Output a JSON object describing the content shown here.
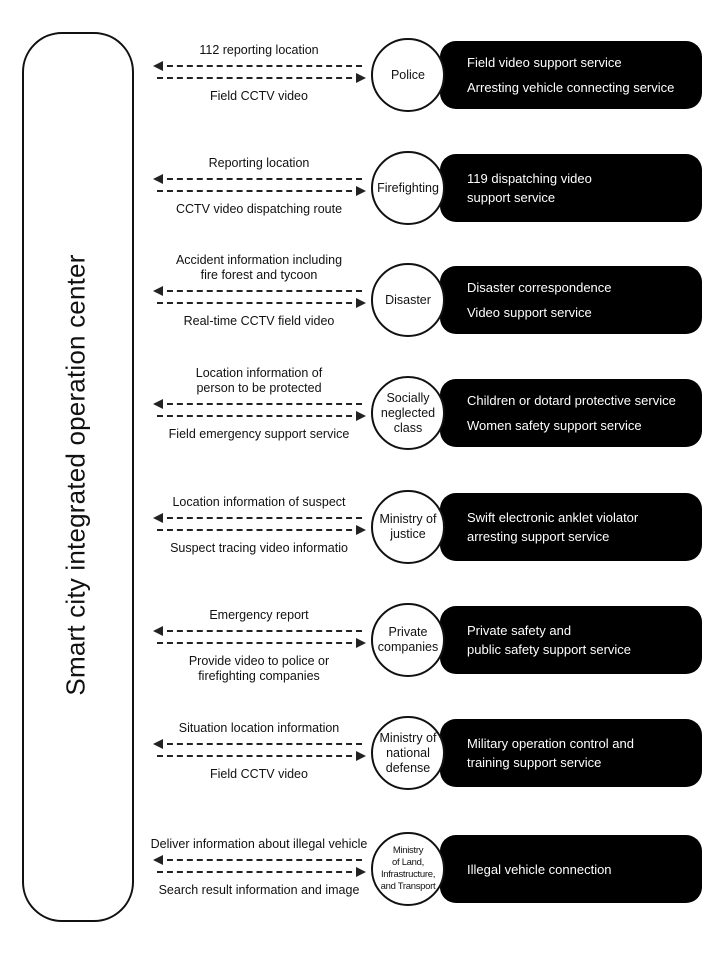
{
  "center": {
    "title": "Smart city integrated operation center"
  },
  "rows": [
    {
      "agency": [
        "Police"
      ],
      "top": [
        "112 reporting location"
      ],
      "bottom": [
        "Field CCTV video"
      ],
      "services": [
        "Field video support service",
        "Arresting vehicle connecting service"
      ]
    },
    {
      "agency": [
        "Firefighting"
      ],
      "top": [
        "Reporting location"
      ],
      "bottom": [
        "CCTV video dispatching route"
      ],
      "services": [
        "119 dispatching video",
        "support service"
      ]
    },
    {
      "agency": [
        "Disaster"
      ],
      "top": [
        "Accident information including",
        "fire forest and tycoon"
      ],
      "bottom": [
        "Real-time CCTV field video"
      ],
      "services": [
        "Disaster correspondence",
        "Video support service"
      ]
    },
    {
      "agency": [
        "Socially",
        "neglected",
        "class"
      ],
      "top": [
        "Location information of",
        "person to be protected"
      ],
      "bottom": [
        "Field emergency support service"
      ],
      "services": [
        "Children or dotard protective service",
        "Women safety support service"
      ]
    },
    {
      "agency": [
        "Ministry of",
        "justice"
      ],
      "top": [
        "Location information of suspect"
      ],
      "bottom": [
        "Suspect tracing video informatio"
      ],
      "services": [
        "Swift electronic anklet violator",
        "arresting support service"
      ]
    },
    {
      "agency": [
        "Private",
        "companies"
      ],
      "top": [
        "Emergency report"
      ],
      "bottom": [
        "Provide video to police or",
        "firefighting companies"
      ],
      "services": [
        "Private safety and",
        "public safety support service"
      ]
    },
    {
      "agency": [
        "Ministry of",
        "national",
        "defense"
      ],
      "top": [
        "Situation location information"
      ],
      "bottom": [
        "Field CCTV video"
      ],
      "services": [
        "Military operation control and",
        "training support service"
      ]
    },
    {
      "agency": [
        "Ministry",
        "of Land,",
        "Infrastructure,",
        "and Transport"
      ],
      "top": [
        "Deliver information about illegal vehicle"
      ],
      "bottom": [
        "Search result information and image"
      ],
      "services": [
        "Illegal vehicle connection"
      ]
    }
  ]
}
